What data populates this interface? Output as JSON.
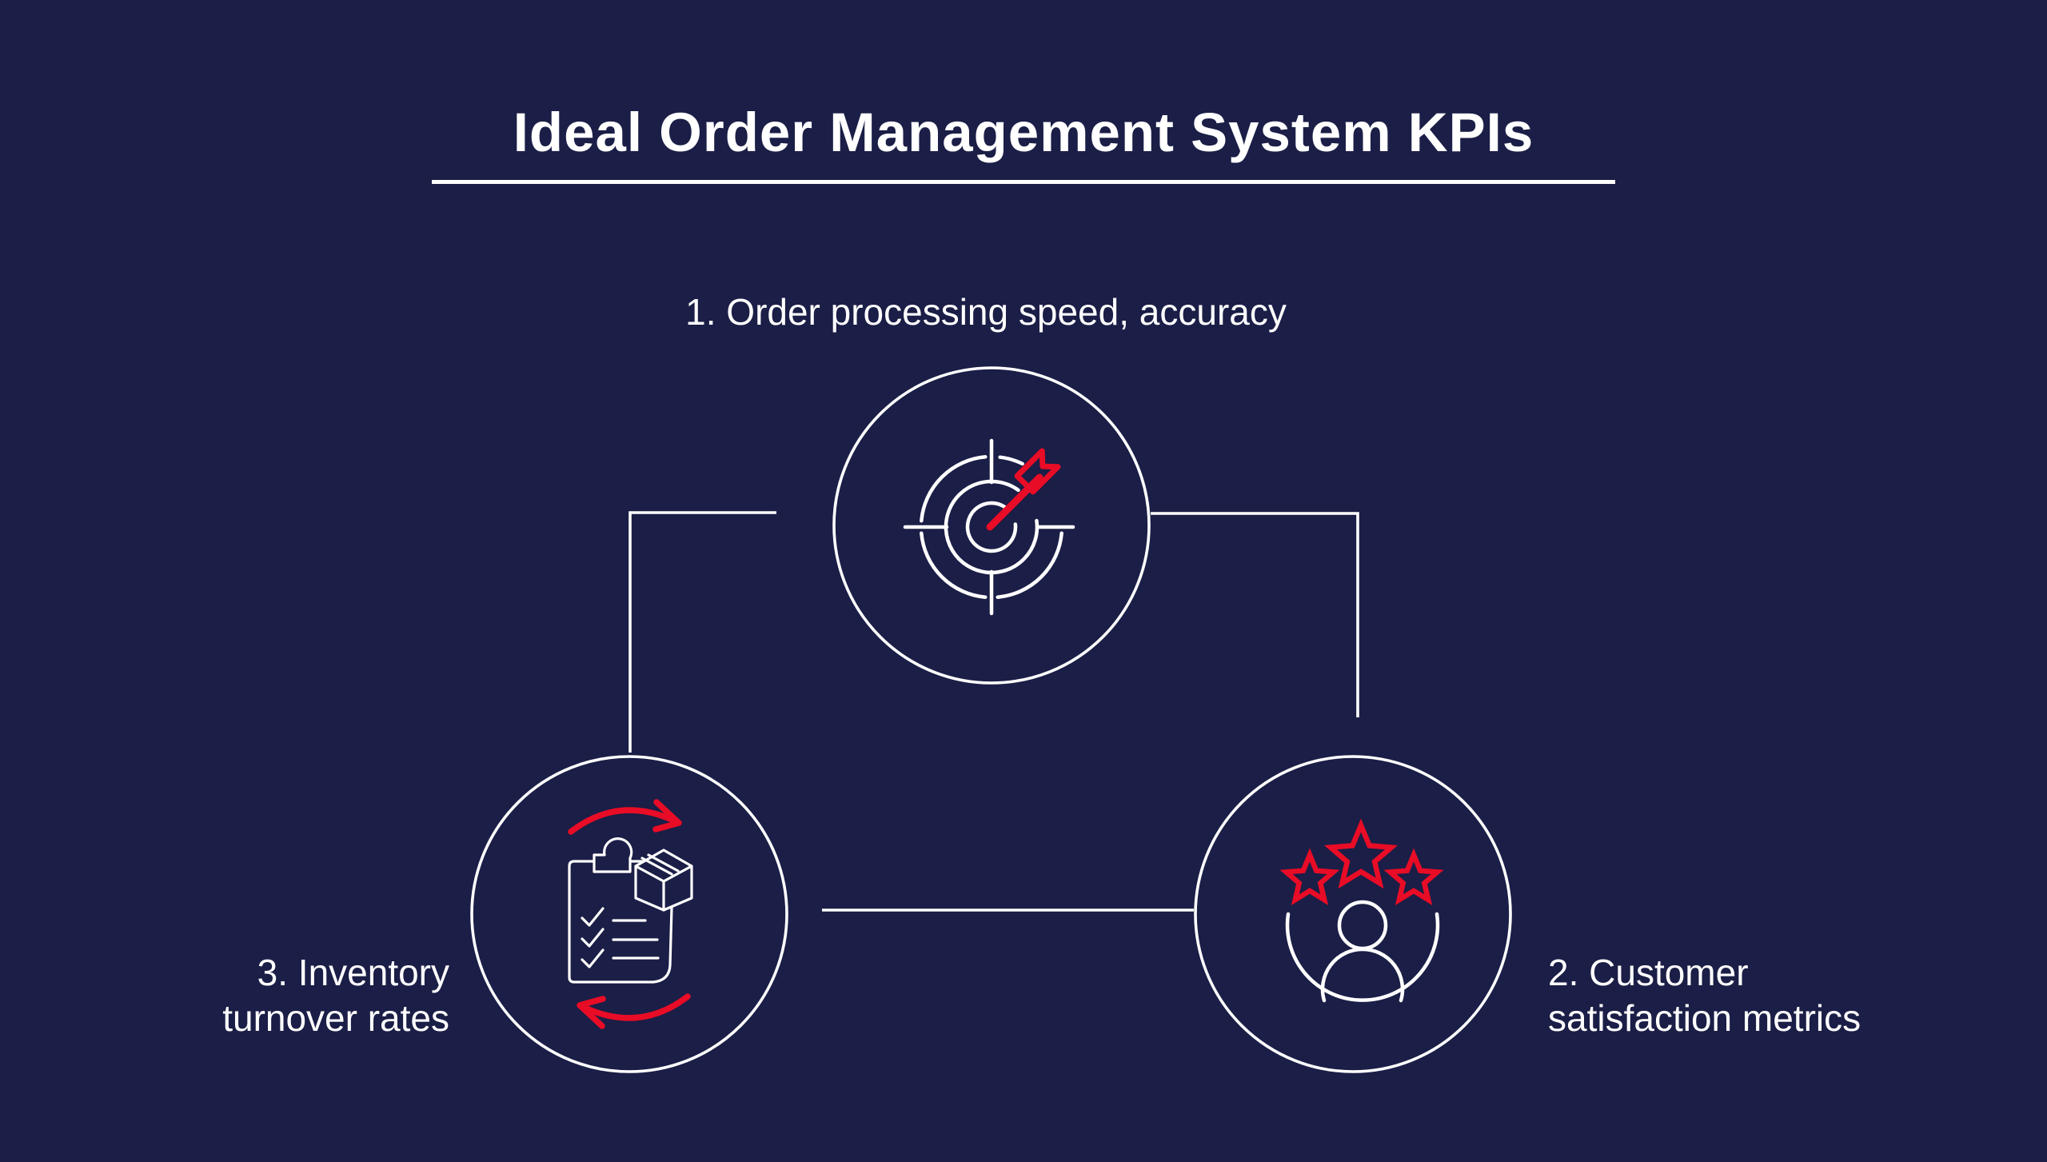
{
  "colors": {
    "background": "#1b1e46",
    "line_white": "#ffffff",
    "accent_red": "#e90c26"
  },
  "header": {
    "title": "Ideal Order Management System KPIs"
  },
  "nodes": [
    {
      "order": 1,
      "label": "1. Order processing speed, accuracy",
      "icon": "target-dart-icon"
    },
    {
      "order": 2,
      "label": "2. Customer satisfaction metrics",
      "icon": "customer-rating-icon"
    },
    {
      "order": 3,
      "label": "3. Inventory turnover rates",
      "icon": "inventory-cycle-icon"
    }
  ]
}
